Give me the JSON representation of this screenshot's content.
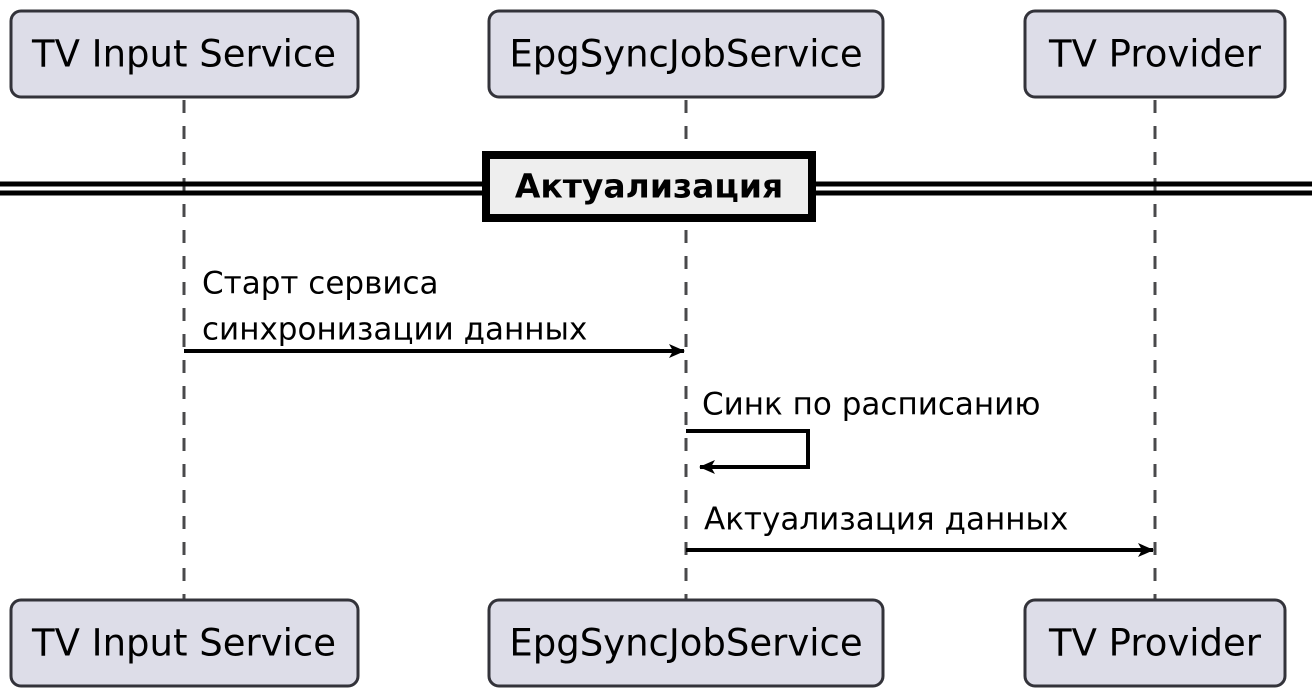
{
  "diagram": {
    "type": "sequence-diagram",
    "title": "",
    "background_color": "#FFFFFF",
    "participant_fill": "#DDDDE8",
    "participant_stroke": "#33333A",
    "divider_fill": "#EEEEEE",
    "divider_stroke": "#000000",
    "line_color": "#000000",
    "lifeline_color": "#49494B"
  },
  "participants": [
    {
      "id": "tv-input-service",
      "label": "TV Input Service"
    },
    {
      "id": "epg-sync-job-service",
      "label": "EpgSyncJobService"
    },
    {
      "id": "tv-provider",
      "label": "TV Provider"
    }
  ],
  "dividers": [
    {
      "id": "aktualizaciya",
      "label": "Актуализация"
    }
  ],
  "messages": [
    {
      "id": "start-sync-service",
      "from": "tv-input-service",
      "to": "epg-sync-job-service",
      "kind": "call",
      "label_lines": [
        "Старт сервиса",
        "синхронизации данных"
      ],
      "label": "Старт сервиса синхронизации данных"
    },
    {
      "id": "scheduled-sync",
      "from": "epg-sync-job-service",
      "to": "epg-sync-job-service",
      "kind": "self",
      "label_lines": [
        "Синк по расписанию"
      ],
      "label": "Синк по расписанию"
    },
    {
      "id": "data-actualization",
      "from": "epg-sync-job-service",
      "to": "tv-provider",
      "kind": "call",
      "label_lines": [
        "Актуализация данных"
      ],
      "label": "Актуализация данных"
    }
  ]
}
